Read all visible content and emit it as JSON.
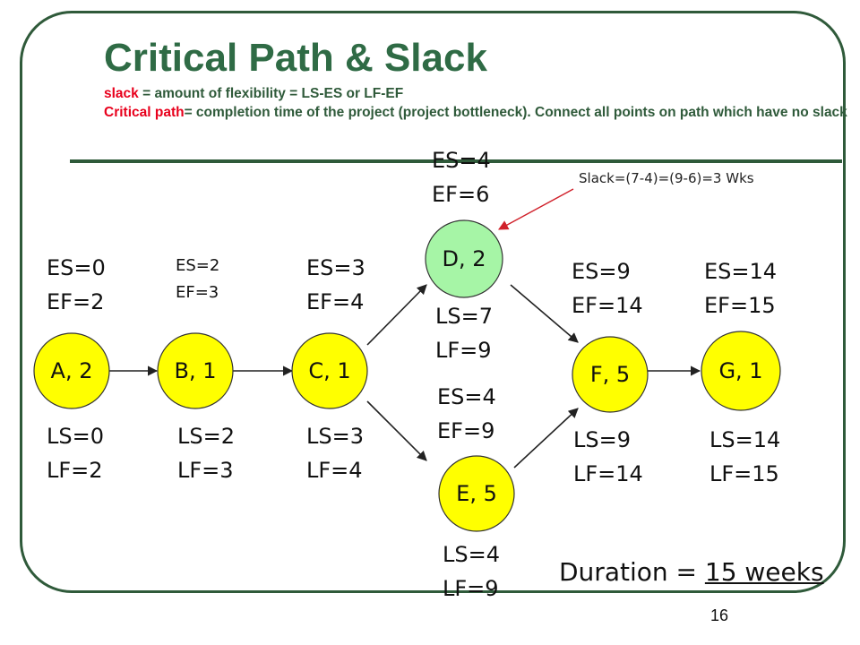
{
  "title": "Critical Path & Slack",
  "subtitle": {
    "slack_term": "slack",
    "slack_def": " = amount of flexibility = LS-ES or LF-EF",
    "critical_term": "Critical path",
    "critical_def": "= completion time of the project (project bottleneck). Connect all points on path which have no slack"
  },
  "colors": {
    "frame": "#2f5a3a",
    "title": "#2f6b45",
    "term_red": "#e8001c",
    "node_fill": "#ffff00",
    "slack_node_fill": "#a6f5a6",
    "arrow": "#222222",
    "pointer": "#d0202a"
  },
  "nodes": {
    "A": {
      "label": "A, 2",
      "es": "ES=0",
      "ef": "EF=2",
      "ls": "LS=0",
      "lf": "LF=2"
    },
    "B": {
      "label": "B, 1",
      "es": "ES=2",
      "ef": "EF=3",
      "ls": "LS=2",
      "lf": "LF=3"
    },
    "C": {
      "label": "C, 1",
      "es": "ES=3",
      "ef": "EF=4",
      "ls": "LS=3",
      "lf": "LF=4"
    },
    "D": {
      "label": "D, 2",
      "es": "ES=4",
      "ef": "EF=6",
      "ls": "LS=7",
      "lf": "LF=9"
    },
    "E": {
      "label": "E, 5",
      "es": "ES=4",
      "ef": "EF=9",
      "ls": "LS=4",
      "lf": "LF=9"
    },
    "F": {
      "label": "F, 5",
      "es": "ES=9",
      "ef": "EF=14",
      "ls": "LS=9",
      "lf": "LF=14"
    },
    "G": {
      "label": "G, 1",
      "es": "ES=14",
      "ef": "EF=15",
      "ls": "LS=14",
      "lf": "LF=15"
    }
  },
  "slack_note": "Slack=(7-4)=(9-6)=3 Wks",
  "duration": {
    "prefix": "Duration = ",
    "value": "15 weeks"
  },
  "page_number": "16"
}
